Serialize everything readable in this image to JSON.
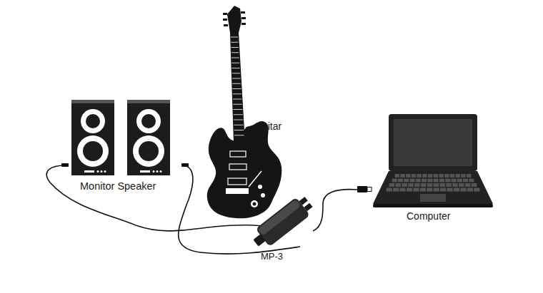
{
  "diagram": {
    "labels": [
      "Guitar",
      "Monitor Speaker",
      "MP-3",
      "Computer"
    ]
  }
}
